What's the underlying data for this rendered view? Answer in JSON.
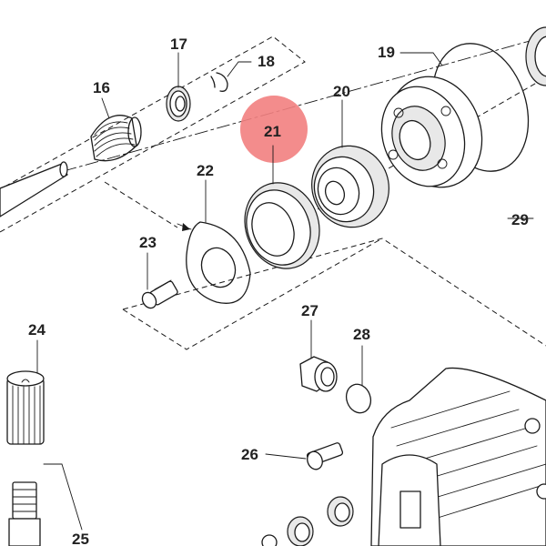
{
  "diagram": {
    "highlight_color": "#f28080",
    "line_color": "#1a1a1a",
    "labels": {
      "p16": "16",
      "p17": "17",
      "p18": "18",
      "p19": "19",
      "p20": "20",
      "p21": "21",
      "p22": "22",
      "p23": "23",
      "p24": "24",
      "p25": "25",
      "p26": "26",
      "p27": "27",
      "p28": "28",
      "p29": "29"
    },
    "highlighted_part": "21"
  }
}
